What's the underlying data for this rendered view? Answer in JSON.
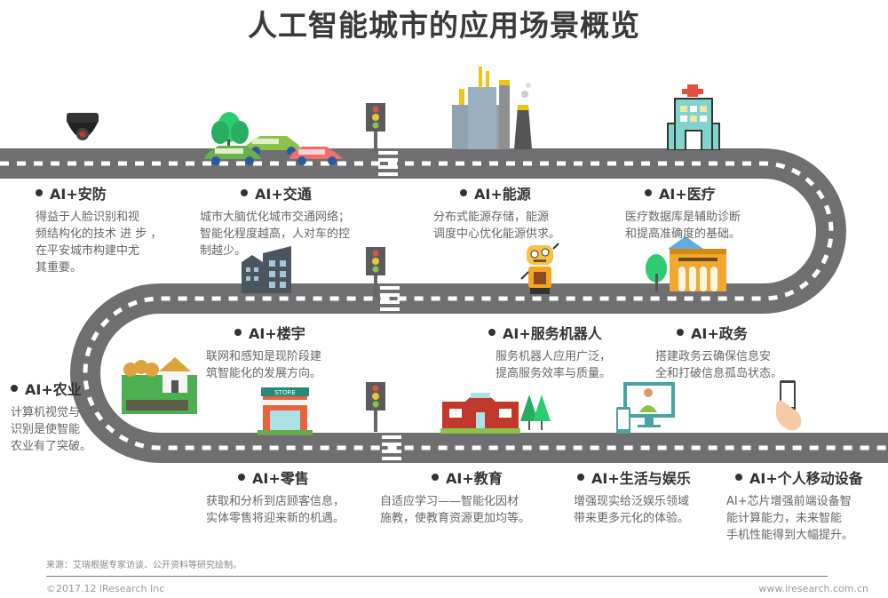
{
  "title": "人工智能城市的应用场景概览",
  "colors": {
    "road": "#6f6e70",
    "road_dash": "#ffffff",
    "heading": "#333333",
    "body_text": "#666666"
  },
  "scenarios": [
    {
      "label": "AI+安防",
      "desc": "得益于人脸识别和视\n频结构化的技术 进 步 ，\n在平安城市构建中尤\n其重要。",
      "icon": "security-camera-icon"
    },
    {
      "label": "AI+交通",
      "desc": "城市大脑优化城市交通网络；\n智能化程度越高，人对车的控\n制越少。",
      "icon": "cars-icon"
    },
    {
      "label": "AI+能源",
      "desc": "分布式能源存储，能源\n调度中心优化能源供求。",
      "icon": "factory-icon"
    },
    {
      "label": "AI+医疗",
      "desc": "医疗数据库是辅助诊断\n和提高准确度的基础。",
      "icon": "hospital-icon"
    },
    {
      "label": "AI+楼宇",
      "desc": "联网和感知是现阶段建\n筑智能化的发展方向。",
      "icon": "buildings-icon"
    },
    {
      "label": "AI+服务机器人",
      "desc": "服务机器人应用广泛，\n提高服务效率与质量。",
      "icon": "robot-icon"
    },
    {
      "label": "AI+政务",
      "desc": "搭建政务云确保信息安\n全和打破信息孤岛状态。",
      "icon": "government-building-icon"
    },
    {
      "label": "AI+农业",
      "desc": "计算机视觉与\n识别是使智能\n农业有了突破。",
      "icon": "farm-icon"
    },
    {
      "label": "AI+零售",
      "desc": "获取和分析到店顾客信息，\n实体零售将迎来新的机遇。",
      "icon": "store-icon"
    },
    {
      "label": "AI+教育",
      "desc": "自适应学习——智能化因材\n施教，使教育资源更加均等。",
      "icon": "school-icon"
    },
    {
      "label": "AI+生活与娱乐",
      "desc": "增强现实给泛娱乐领域\n带来更多元化的体验。",
      "icon": "monitor-entertainment-icon"
    },
    {
      "label": "AI+个人移动设备",
      "desc": "AI+芯片增强前端设备智\n能计算能力，未来智能\n手机性能得到大幅提升。",
      "icon": "smartphone-hand-icon"
    }
  ],
  "store_sign": "STORE",
  "footer": {
    "source": "来源：艾瑞根据专家访谈、公开资料等研究绘制。",
    "copyright": "©2017.12 iResearch Inc",
    "url": "www.iresearch.com.cn"
  }
}
